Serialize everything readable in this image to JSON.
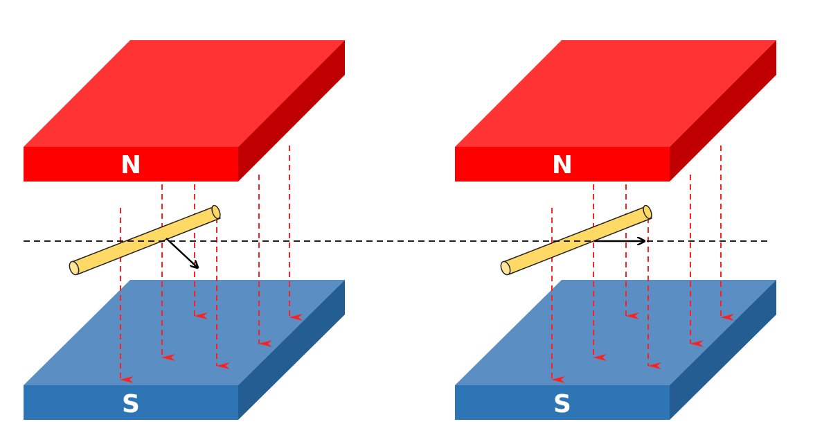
{
  "panels": [
    {
      "id": "left",
      "north_label": "N",
      "south_label": "S"
    },
    {
      "id": "right",
      "north_label": "N",
      "south_label": "S"
    }
  ],
  "colors": {
    "north_front": "#ff0000",
    "north_top": "#ff3333",
    "north_side": "#c00000",
    "south_front": "#2e75b6",
    "south_top": "#5b8fc4",
    "south_side": "#245d92",
    "field_line": "#ff2020",
    "rod_fill": "#ffd966",
    "rod_stroke": "#222222",
    "axis_line": "#000000"
  }
}
